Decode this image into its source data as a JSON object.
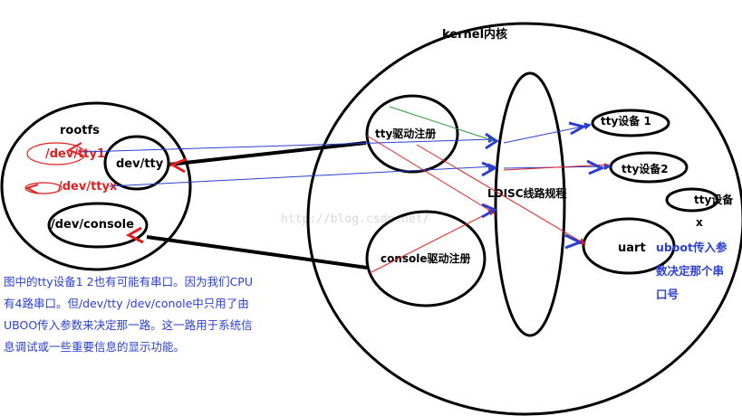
{
  "kernel": {
    "title": "kernel内核"
  },
  "rootfs": {
    "title": "rootfs",
    "tty1": "/dev/tty1",
    "ttyx": "/dev/ttyx",
    "devtty": "dev/tty",
    "console": "/dev/console"
  },
  "drivers": {
    "tty": "tty驱动注册",
    "console": "console驱动注册"
  },
  "ldisc": {
    "label": "LDISC线路规程"
  },
  "devices": {
    "tty1": "tty设备 1",
    "tty2": "tty设备2",
    "ttyx_line1": "tty设备",
    "ttyx_line2": "x",
    "uart": "uart"
  },
  "uboot_note": {
    "lines": [
      "uboot传入参",
      "数决定那个串",
      "口号"
    ]
  },
  "left_note": {
    "lines": [
      "图中的tty设备1 2也有可能有串口。因为我们CPU",
      "有4路串口。但/dev/tty /dev/conole中只用了由",
      "UBOO传入参数来决定那一路。这一路用于系统信",
      "息调试或一些重要信息的显示功能。"
    ]
  },
  "watermark": "http://blog.csdn.net/"
}
